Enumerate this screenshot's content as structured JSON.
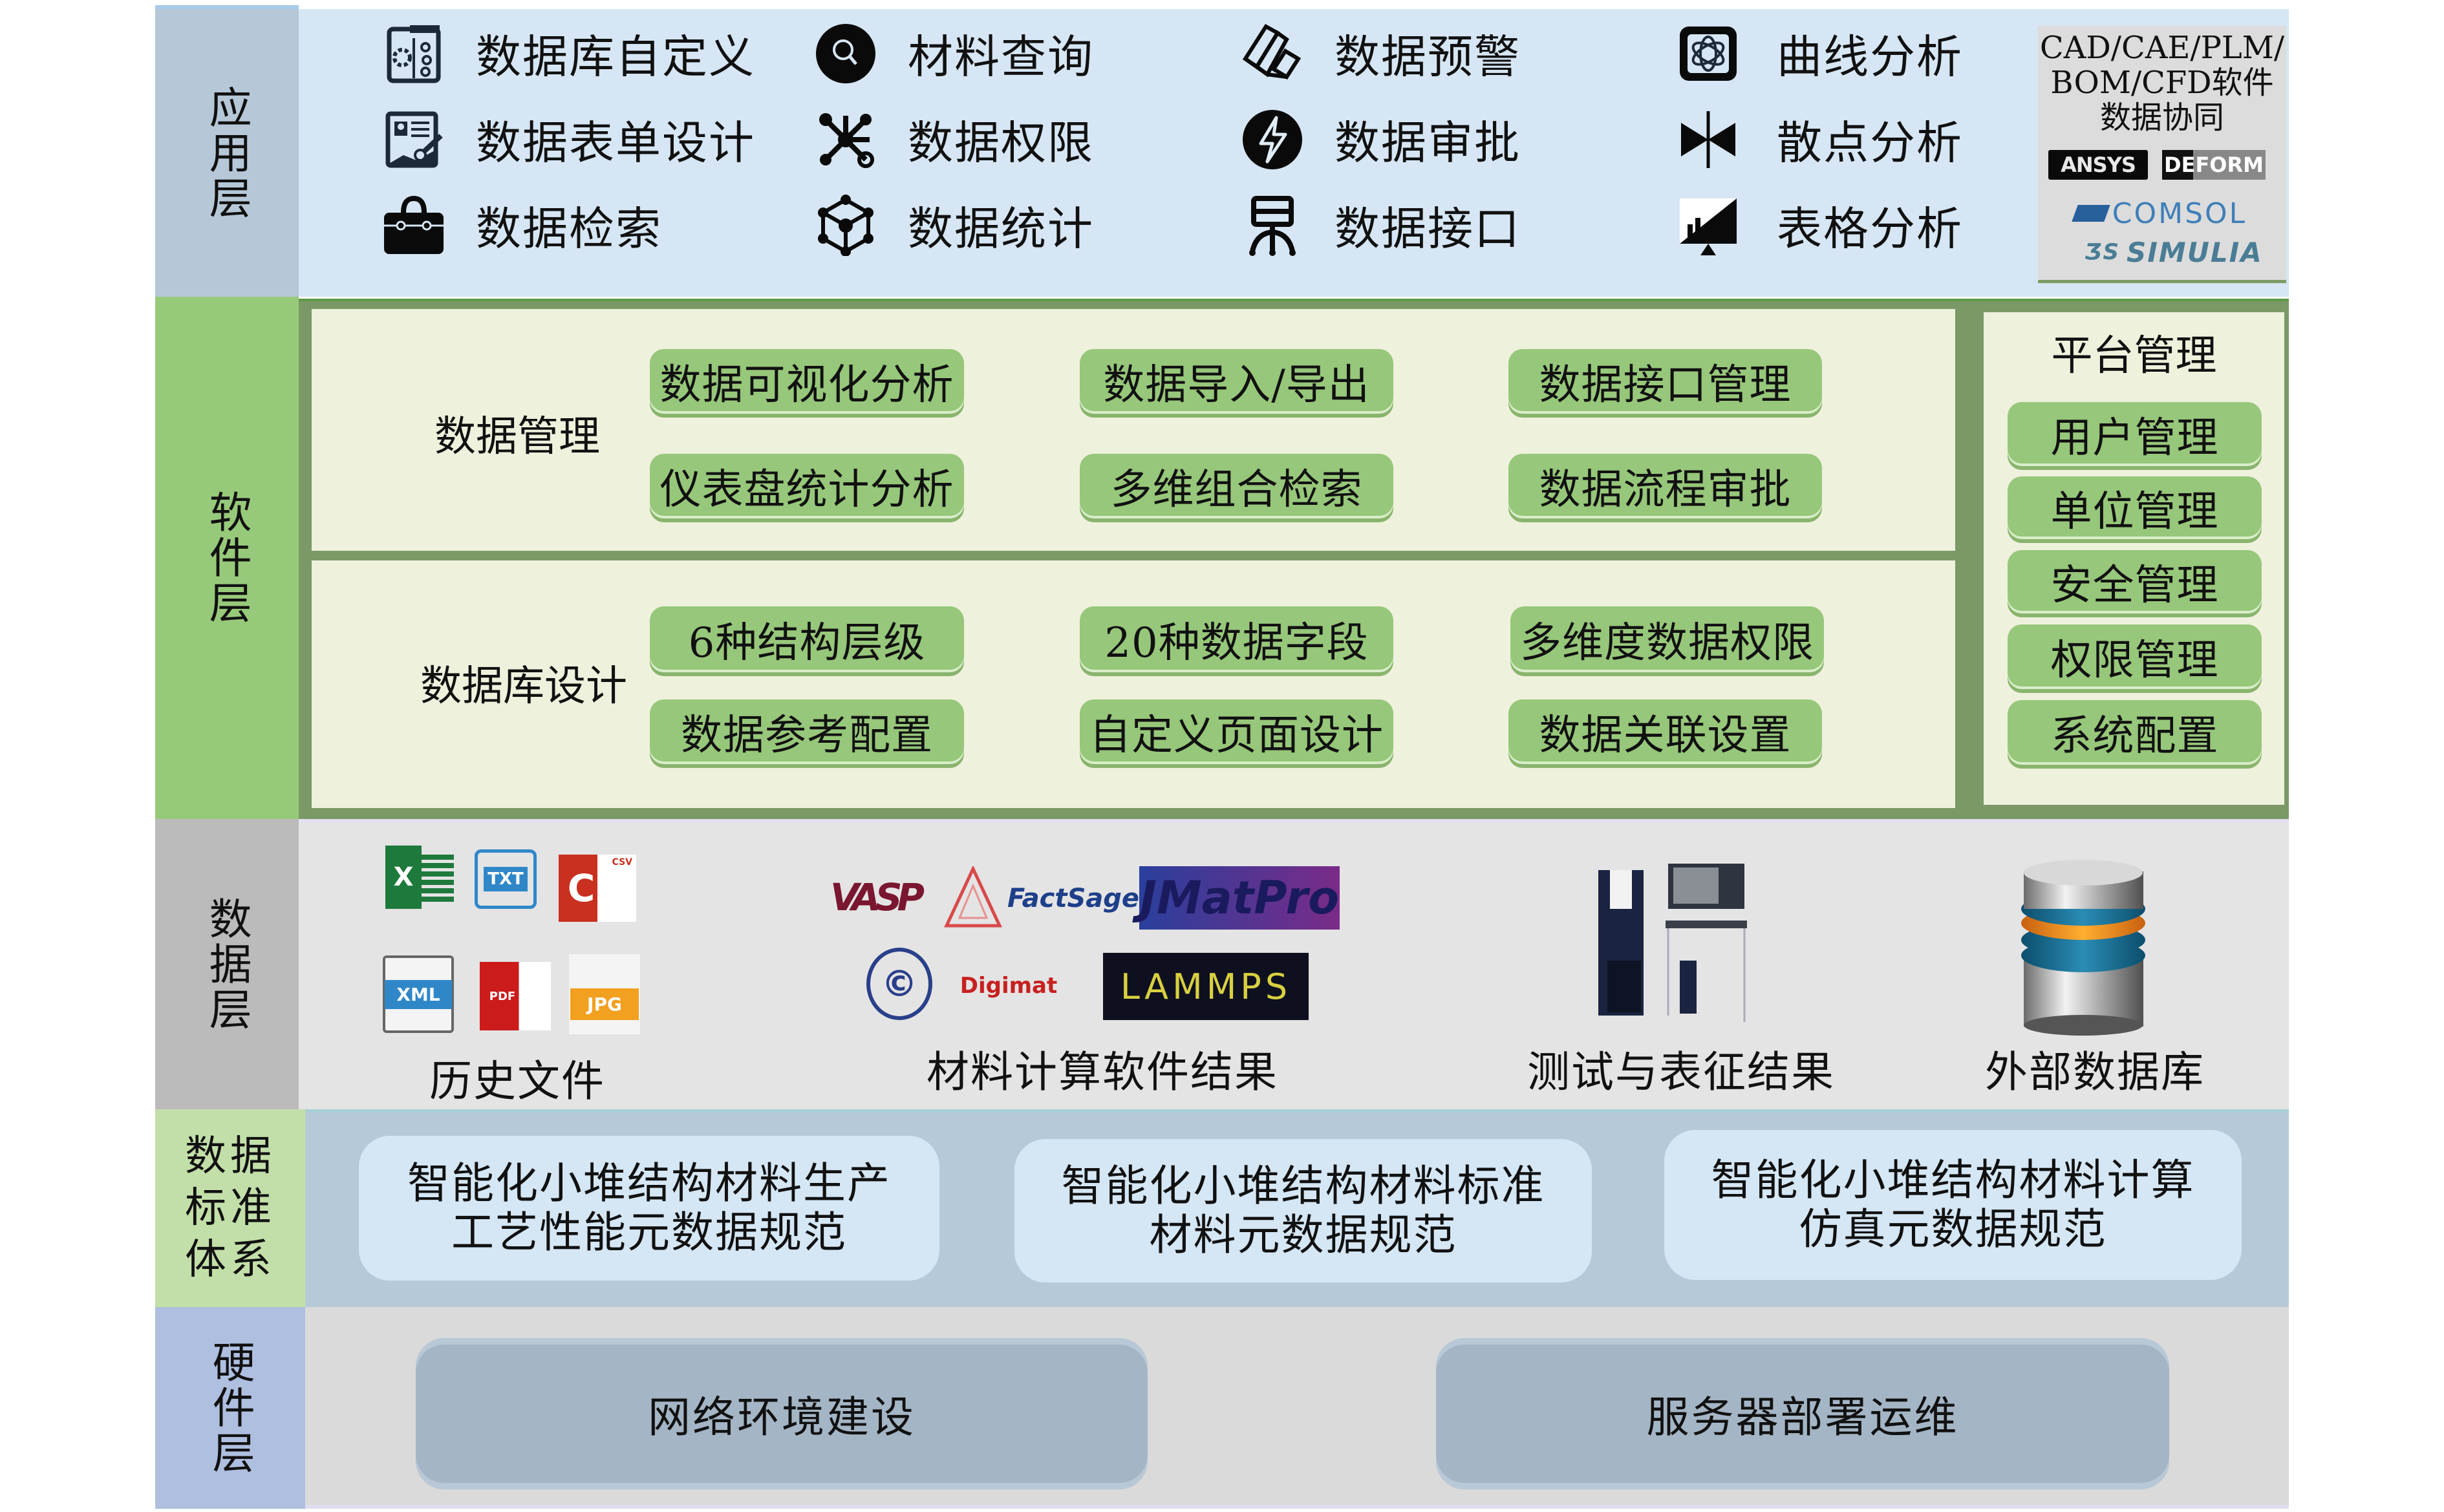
{
  "colors": {
    "app_side": "#b6c8d8",
    "app_bg": "#d6e6f4",
    "soft_side": "#97c97a",
    "soft_border": "#7a9966",
    "soft_bg": "#eef1dc",
    "chip": "#97c77a",
    "data_side": "#bbbbbb",
    "data_bg": "#e4e4e4",
    "std_side": "#c3dfa9",
    "std_bg": "#b6c9d9",
    "std_card": "#d5e6f4",
    "hw_side": "#aebfe0",
    "hw_bg": "#dadada",
    "hw_card": "#a4b5c5"
  },
  "layers": {
    "app": "应用层",
    "software": "软件层",
    "data": "数据层",
    "standards": "数据标准体系",
    "hardware": "硬件层"
  },
  "app_layer": {
    "columns": [
      [
        {
          "icon": "database-settings-icon",
          "label": "数据库自定义"
        },
        {
          "icon": "form-design-icon",
          "label": "数据表单设计"
        },
        {
          "icon": "toolbox-icon",
          "label": "数据检索"
        }
      ],
      [
        {
          "icon": "search-icon",
          "label": "材料查询"
        },
        {
          "icon": "network-nodes-icon",
          "label": "数据权限"
        },
        {
          "icon": "cube-nodes-icon",
          "label": "数据统计"
        }
      ],
      [
        {
          "icon": "stacked-blocks-icon",
          "label": "数据预警"
        },
        {
          "icon": "lightning-icon",
          "label": "数据审批"
        },
        {
          "icon": "interface-connector-icon",
          "label": "数据接口"
        }
      ],
      [
        {
          "icon": "atom-curve-icon",
          "label": "曲线分析"
        },
        {
          "icon": "scatter-bowtie-icon",
          "label": "散点分析"
        },
        {
          "icon": "chart-monitor-icon",
          "label": "表格分析"
        }
      ]
    ],
    "cad_box": {
      "title_lines": [
        "CAD/CAE/PLM/",
        "BOM/CFD软件",
        "数据协同"
      ],
      "logos": [
        "ANSYS",
        "DEFORM",
        "COMSOL",
        "SIMULIA"
      ]
    }
  },
  "software_layer": {
    "data_management": {
      "label": "数据管理",
      "items": [
        "数据可视化分析",
        "数据导入/导出",
        "数据接口管理",
        "仪表盘统计分析",
        "多维组合检索",
        "数据流程审批"
      ]
    },
    "database_design": {
      "label": "数据库设计",
      "items": [
        "6种结构层级",
        "20种数据字段",
        "多维度数据权限",
        "数据参考配置",
        "自定义页面设计",
        "数据关联设置"
      ]
    },
    "platform": {
      "label": "平台管理",
      "items": [
        "用户管理",
        "单位管理",
        "安全管理",
        "权限管理",
        "系统配置"
      ]
    }
  },
  "data_layer": {
    "history_files": {
      "caption": "历史文件",
      "file_types": [
        "X",
        "TXT",
        "CSV",
        "XML",
        "PDF",
        "JPG"
      ]
    },
    "material_software": {
      "caption": "材料计算软件结果",
      "logos": [
        "VASP",
        "Thermo-Calc",
        "FactSage",
        "JMatPro",
        "CASTEP",
        "Digimat",
        "LAMMPS"
      ]
    },
    "test_results": {
      "caption": "测试与表征结果"
    },
    "external_db": {
      "caption": "外部数据库"
    }
  },
  "standards_layer": {
    "cards": [
      [
        "智能化小堆结构材料生产",
        "工艺性能元数据规范"
      ],
      [
        "智能化小堆结构材料标准",
        "材料元数据规范"
      ],
      [
        "智能化小堆结构材料计算",
        "仿真元数据规范"
      ]
    ]
  },
  "hardware_layer": {
    "cards": [
      "网络环境建设",
      "服务器部署运维"
    ]
  }
}
